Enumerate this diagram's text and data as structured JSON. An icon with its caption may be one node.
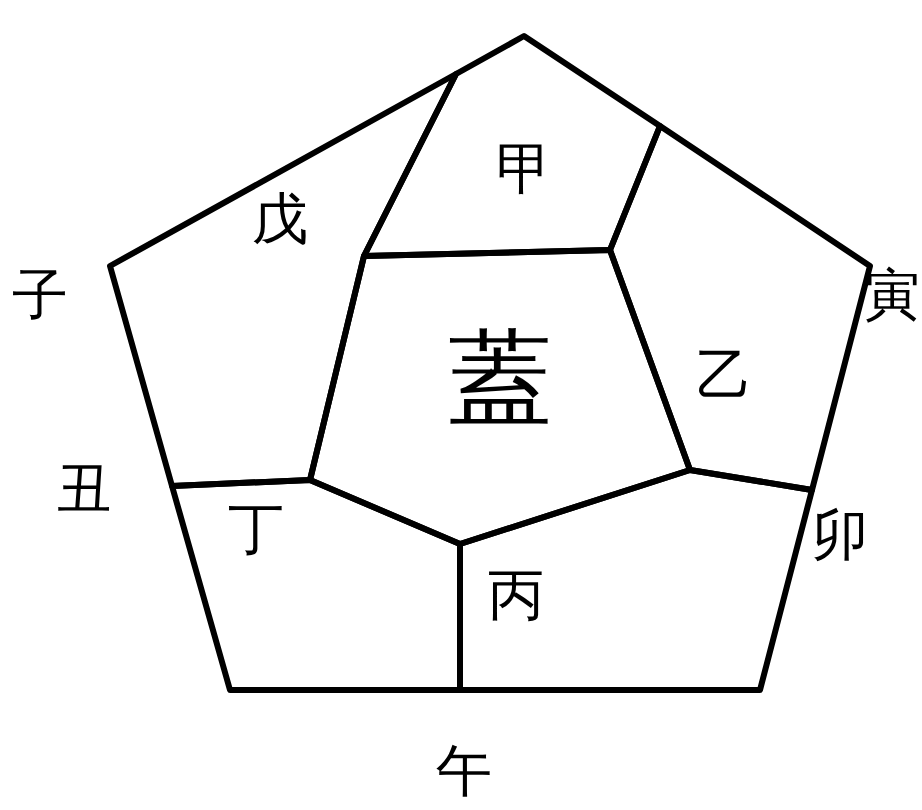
{
  "diagram": {
    "nodes": [
      {
        "text": [
          "蓋"
        ]
      },
      {
        "text": [
          "甲"
        ]
      },
      {
        "text": [
          "乙"
        ]
      },
      {
        "text": [
          "丙"
        ]
      },
      {
        "text": [
          "丁"
        ]
      },
      {
        "text": [
          "戊"
        ]
      }
    ],
    "labels": [
      "子",
      "寅",
      "丑",
      "卯",
      "午"
    ]
  }
}
